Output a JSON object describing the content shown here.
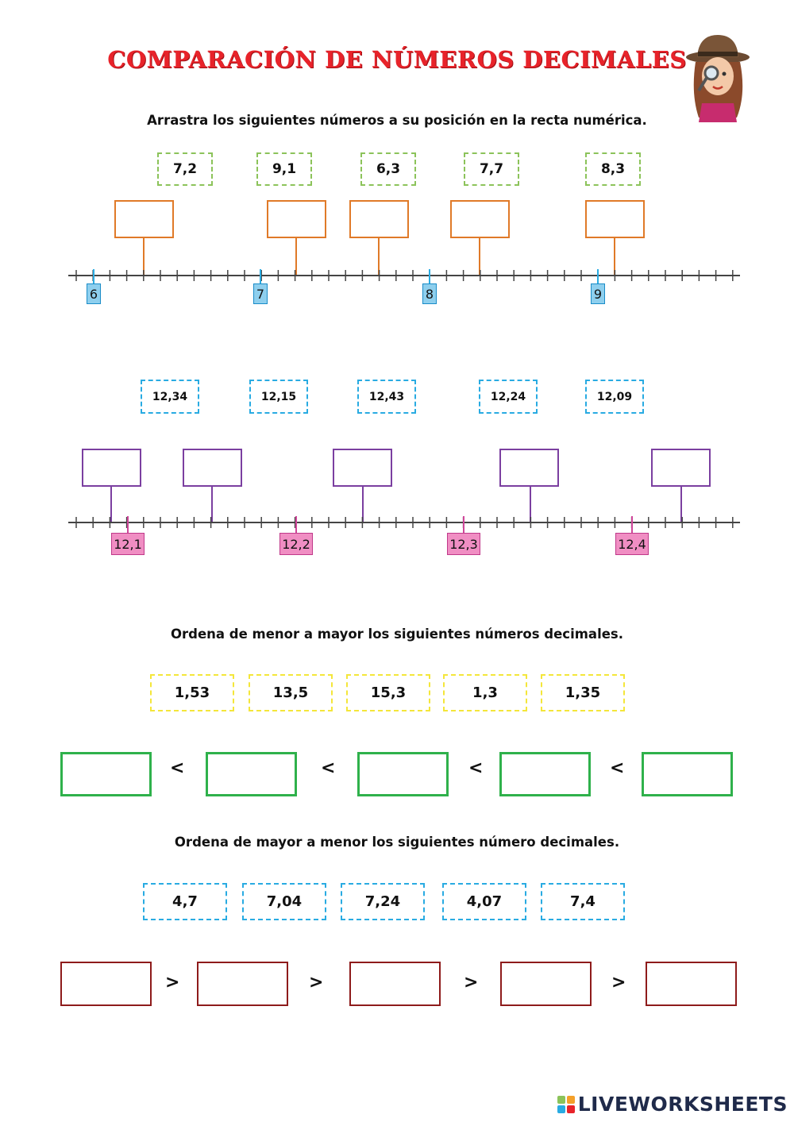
{
  "title": "COMPARACIÓN DE NÚMEROS DECIMALES",
  "section1": {
    "instruction": "Arrastra los siguientes números a su posición en la recta numérica.",
    "cards": [
      "7,2",
      "9,1",
      "6,3",
      "7,7",
      "8,3"
    ],
    "axis_labels": [
      "6",
      "7",
      "8",
      "9"
    ]
  },
  "section2": {
    "cards": [
      "12,34",
      "12,15",
      "12,43",
      "12,24",
      "12,09"
    ],
    "axis_labels": [
      "12,1",
      "12,2",
      "12,3",
      "12,4"
    ]
  },
  "section3": {
    "instruction": "Ordena de menor a mayor los siguientes números decimales.",
    "cards": [
      "1,53",
      "13,5",
      "15,3",
      "1,3",
      "1,35"
    ],
    "symbol": "<"
  },
  "section4": {
    "instruction": "Ordena de mayor a menor los siguientes número decimales.",
    "cards": [
      "4,7",
      "7,04",
      "7,24",
      "4,07",
      "7,4"
    ],
    "symbol": ">"
  },
  "brand": {
    "name": "LIVEWORKSHEETS"
  },
  "colors": {
    "title": "#e8232a",
    "green_card": "#8cc35a",
    "cyan_card": "#29abe2",
    "yellow_card": "#f4e63a",
    "orange_drop": "#e07a28",
    "purple_drop": "#7b3fa0",
    "green_drop": "#2fb14b",
    "maroon_drop": "#8e1b1b"
  }
}
